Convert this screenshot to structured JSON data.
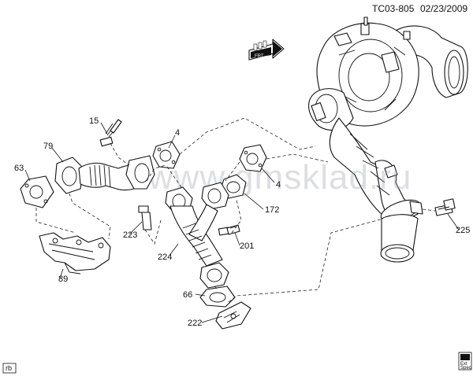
{
  "header": {
    "code": "TC03-805",
    "date": "02/23/2009"
  },
  "watermark": "www.gmsklad.ru",
  "arrow_tag": "FRT",
  "corner_tag": "rb",
  "badge": {
    "line1": "Ext",
    "line2": "Spec"
  },
  "callouts": [
    {
      "key": "c15",
      "text": "15"
    },
    {
      "key": "c79",
      "text": "79"
    },
    {
      "key": "c63",
      "text": "63"
    },
    {
      "key": "c89",
      "text": "89"
    },
    {
      "key": "c4a",
      "text": "4"
    },
    {
      "key": "c4b",
      "text": "4"
    },
    {
      "key": "c172",
      "text": "172"
    },
    {
      "key": "c223",
      "text": "223"
    },
    {
      "key": "c201",
      "text": "201"
    },
    {
      "key": "c224",
      "text": "224"
    },
    {
      "key": "c66",
      "text": "66"
    },
    {
      "key": "c222",
      "text": "222"
    },
    {
      "key": "c225",
      "text": "225"
    }
  ]
}
